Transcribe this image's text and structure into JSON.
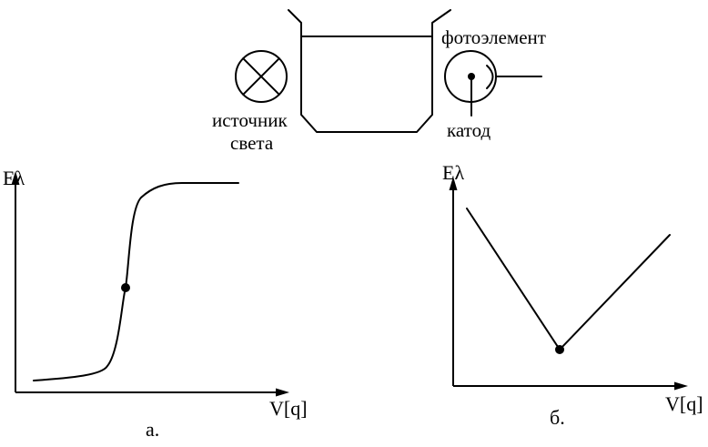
{
  "apparatus": {
    "light_source_label_line1": "источник",
    "light_source_label_line2": "света",
    "photocell_label": "фотоэлемент",
    "cathode_label": "катод",
    "icons": [
      "lamp-cross-icon",
      "photocell-icon",
      "cuvette-icon"
    ]
  },
  "chart_data": [
    {
      "type": "line",
      "curve_shape": "sigmoid",
      "ylabel": "Eλ",
      "xlabel": "V[q]",
      "caption": "а.",
      "marked_point": "inflection"
    },
    {
      "type": "line",
      "curve_shape": "v-shape",
      "ylabel": "Eλ",
      "xlabel": "V[q]",
      "caption": "б.",
      "marked_point": "minimum"
    }
  ]
}
